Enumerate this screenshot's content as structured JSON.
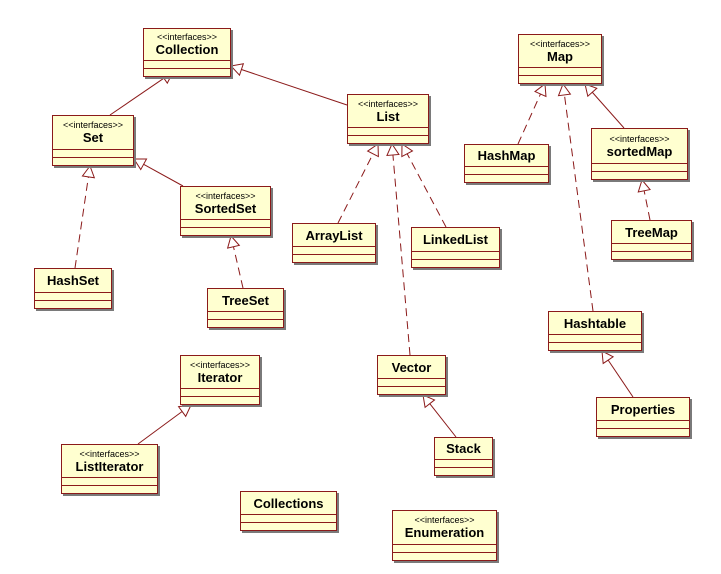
{
  "stereotype": "<<interfaces>>",
  "classes": {
    "collection": {
      "name": "Collection",
      "interface": true,
      "color": "#ffffd0"
    },
    "set": {
      "name": "Set",
      "interface": true
    },
    "list": {
      "name": "List",
      "interface": true
    },
    "sorted_set": {
      "name": "SortedSet",
      "interface": true
    },
    "hash_set": {
      "name": "HashSet",
      "interface": false
    },
    "tree_set": {
      "name": "TreeSet",
      "interface": false
    },
    "array_list": {
      "name": "ArrayList",
      "interface": false
    },
    "linked_list": {
      "name": "LinkedList",
      "interface": false
    },
    "vector": {
      "name": "Vector",
      "interface": false
    },
    "stack": {
      "name": "Stack",
      "interface": false
    },
    "iterator": {
      "name": "Iterator",
      "interface": true
    },
    "list_iterator": {
      "name": "ListIterator",
      "interface": true
    },
    "collections": {
      "name": "Collections",
      "interface": false
    },
    "enumeration": {
      "name": "Enumeration",
      "interface": true
    },
    "map": {
      "name": "Map",
      "interface": true
    },
    "hash_map": {
      "name": "HashMap",
      "interface": false
    },
    "sorted_map": {
      "name": "sortedMap",
      "interface": true
    },
    "tree_map": {
      "name": "TreeMap",
      "interface": false
    },
    "hashtable": {
      "name": "Hashtable",
      "interface": false
    },
    "properties": {
      "name": "Properties",
      "interface": false
    }
  },
  "relations": [
    {
      "from": "set",
      "to": "collection",
      "kind": "generalization"
    },
    {
      "from": "list",
      "to": "collection",
      "kind": "generalization"
    },
    {
      "from": "sorted_set",
      "to": "set",
      "kind": "generalization"
    },
    {
      "from": "hash_set",
      "to": "set",
      "kind": "realization"
    },
    {
      "from": "tree_set",
      "to": "sorted_set",
      "kind": "realization"
    },
    {
      "from": "array_list",
      "to": "list",
      "kind": "realization"
    },
    {
      "from": "vector",
      "to": "list",
      "kind": "realization"
    },
    {
      "from": "linked_list",
      "to": "list",
      "kind": "realization"
    },
    {
      "from": "stack",
      "to": "vector",
      "kind": "generalization"
    },
    {
      "from": "list_iterator",
      "to": "iterator",
      "kind": "generalization"
    },
    {
      "from": "hash_map",
      "to": "map",
      "kind": "realization"
    },
    {
      "from": "hashtable",
      "to": "map",
      "kind": "realization"
    },
    {
      "from": "sorted_map",
      "to": "map",
      "kind": "generalization"
    },
    {
      "from": "tree_map",
      "to": "sorted_map",
      "kind": "realization"
    },
    {
      "from": "properties",
      "to": "hashtable",
      "kind": "generalization"
    }
  ],
  "colors": {
    "line": "#8b1a1a",
    "box_fill": "#ffffd0",
    "shadow": "#7a7a7a"
  }
}
